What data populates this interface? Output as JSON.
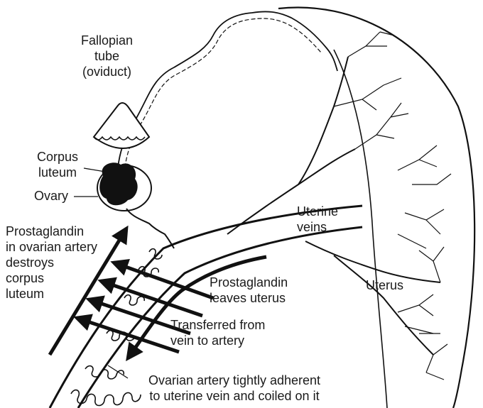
{
  "labels": {
    "fallopian_tube": [
      "Fallopian",
      "tube",
      "(oviduct)"
    ],
    "corpus_luteum": [
      "Corpus",
      "luteum"
    ],
    "ovary": "Ovary",
    "uterine_veins": [
      "Uterine",
      "veins"
    ],
    "prostaglandin_ovarian": [
      "Prostaglandin",
      "in ovarian artery",
      "destroys",
      "corpus",
      "luteum"
    ],
    "prostaglandin_leaves": [
      "Prostaglandin",
      "leaves uterus"
    ],
    "uterus": "Uterus",
    "transferred": [
      "Transferred from",
      "vein to artery"
    ],
    "ovarian_artery": [
      "Ovarian artery tightly adherent",
      "to uterine vein and coiled on it"
    ]
  }
}
